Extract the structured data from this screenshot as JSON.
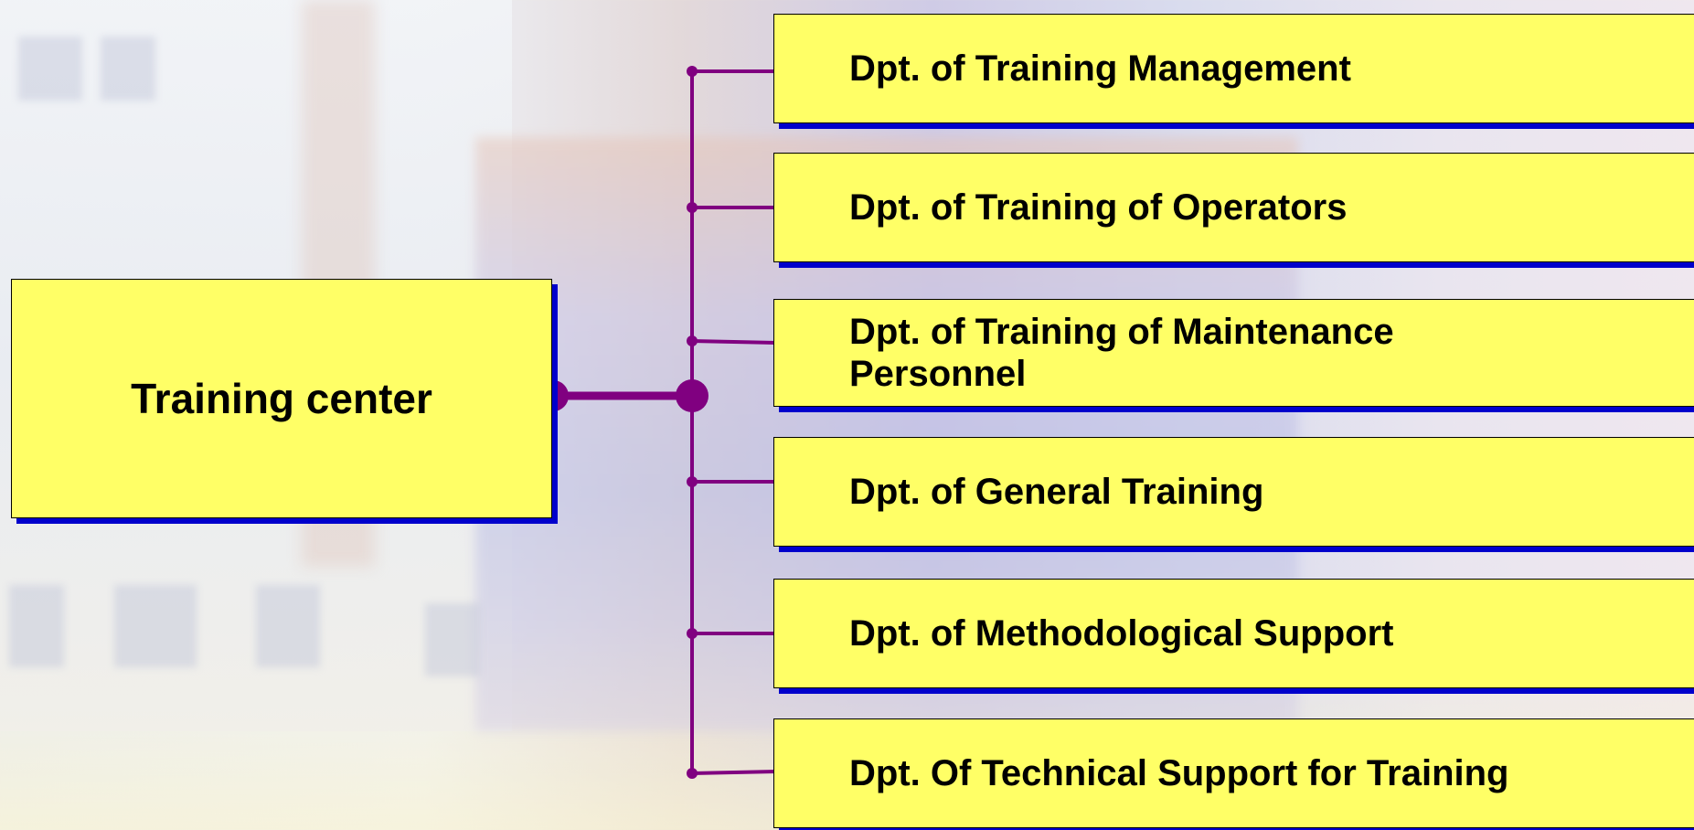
{
  "diagram": {
    "root": {
      "label": "Training center"
    },
    "departments": [
      {
        "label": "Dpt. of Training Management"
      },
      {
        "label": "Dpt. of Training of Operators"
      },
      {
        "label": "Dpt. of Training of  Maintenance Personnel"
      },
      {
        "label": "Dpt. of General Training"
      },
      {
        "label": "Dpt. of Methodological Support"
      },
      {
        "label": "Dpt. Of  Technical Support for Training"
      }
    ],
    "colors": {
      "box_fill": "#ffff66",
      "box_shadow": "#0000cc",
      "connector": "#800080"
    }
  }
}
